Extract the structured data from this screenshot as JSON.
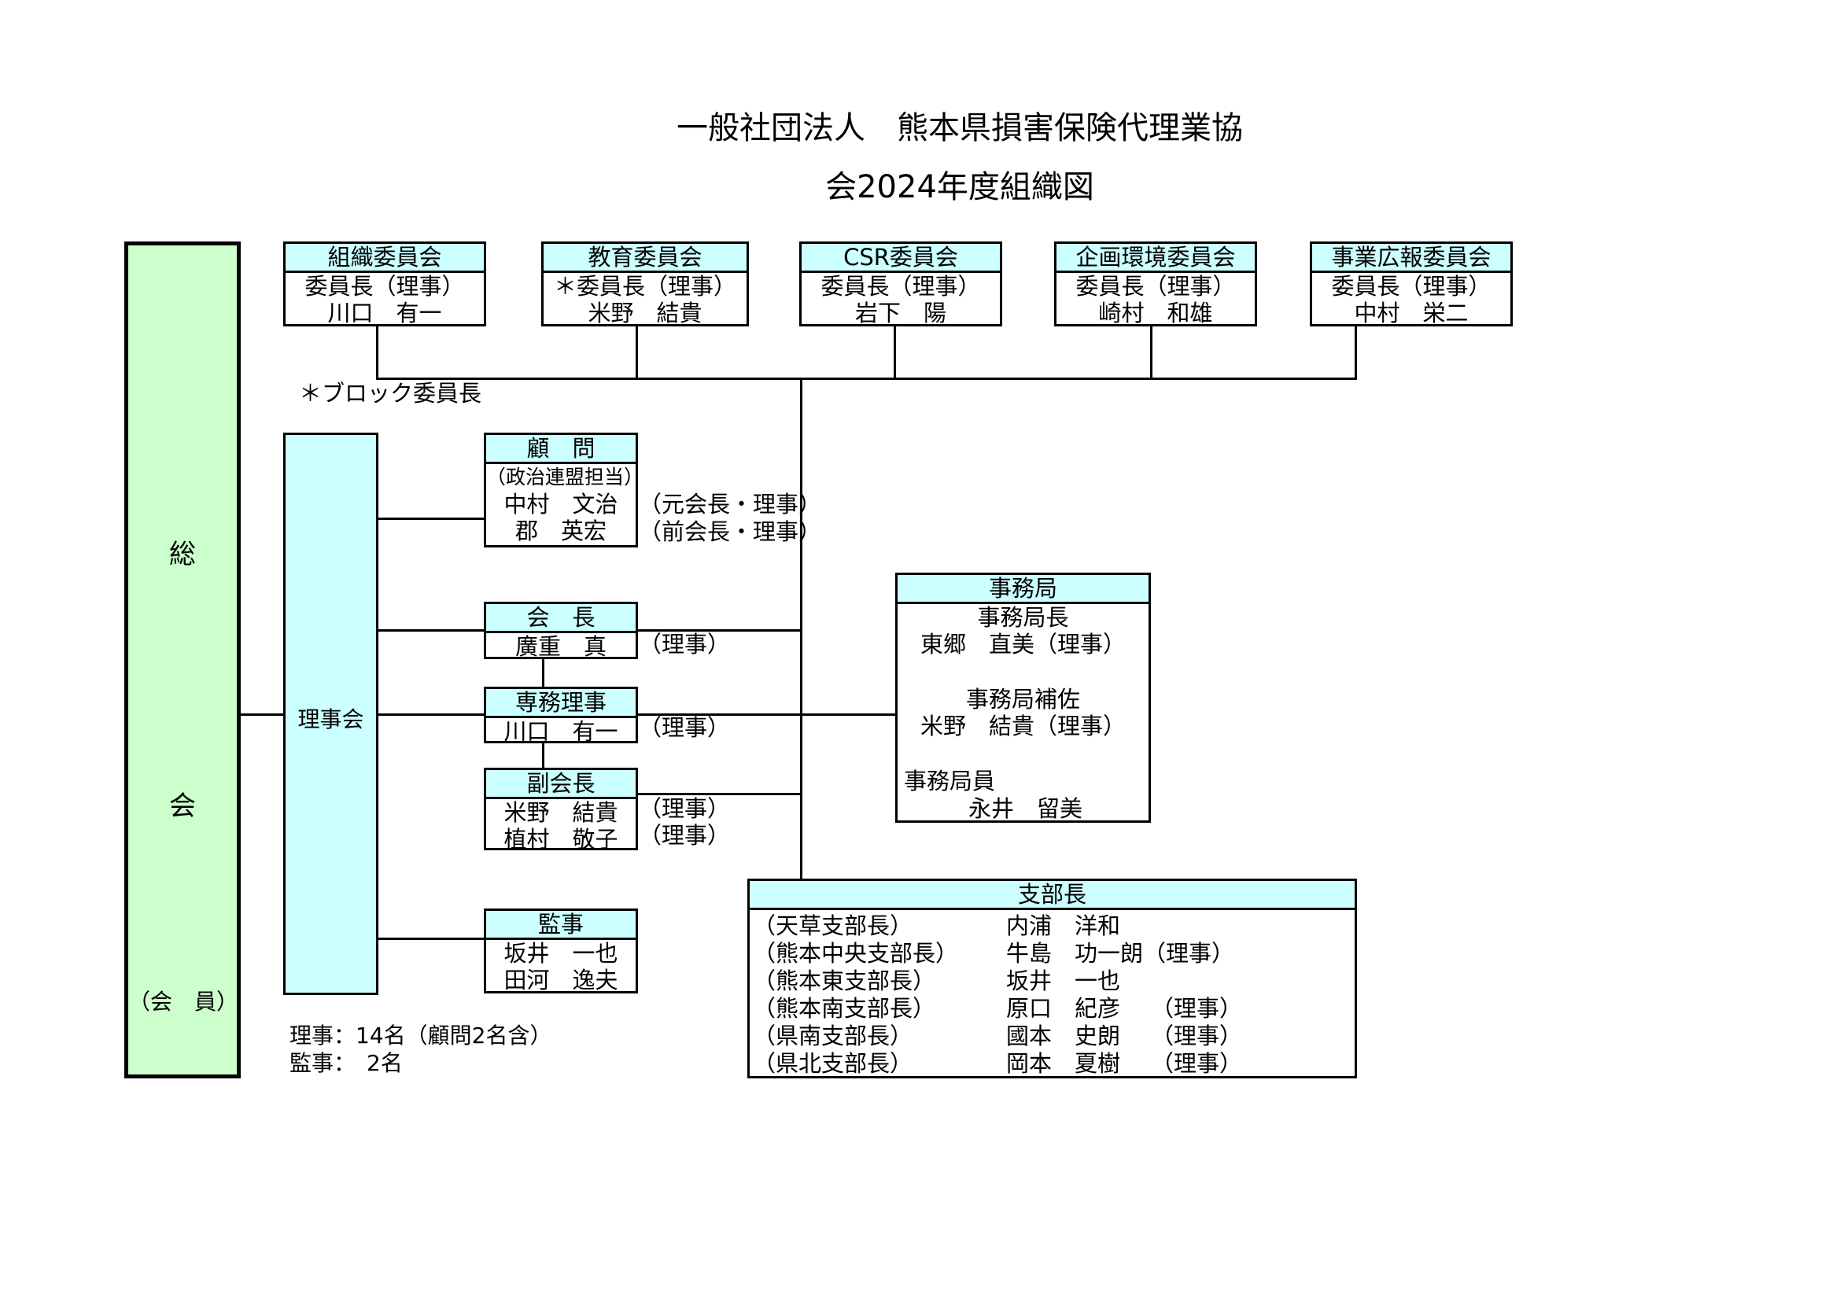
{
  "title": {
    "line1": "一般社団法人　熊本県損害保険代理業協",
    "line2": "会2024年度組織図"
  },
  "soukai": {
    "char1": "総",
    "char2": "会",
    "members": "（会　員）"
  },
  "rijikai": {
    "label": "理事会"
  },
  "committees": [
    {
      "name": "組織委員会",
      "role": "委員長（理事）",
      "person": "川口　有一"
    },
    {
      "name": "教育委員会",
      "role": "＊委員長（理事）",
      "person": "米野　結貴"
    },
    {
      "name": "CSR委員会",
      "role": "委員長（理事）",
      "person": "岩下　陽"
    },
    {
      "name": "企画環境委員会",
      "role": "委員長（理事）",
      "person": "崎村　和雄"
    },
    {
      "name": "事業広報委員会",
      "role": "委員長（理事）",
      "person": "中村　栄二"
    }
  ],
  "block_note": "＊ブロック委員長",
  "advisor": {
    "title": "顧　問",
    "subtitle": "（政治連盟担当）",
    "person1": "中村　文治",
    "person2": "郡　英宏",
    "note1": "（元会長・理事）",
    "note2": "（前会長・理事）"
  },
  "president": {
    "title": "会　長",
    "person": "廣重　真",
    "note": "（理事）"
  },
  "managing_director": {
    "title": "専務理事",
    "person": "川口　有一",
    "note": "（理事）"
  },
  "vice_president": {
    "title": "副会長",
    "person1": "米野　結貴",
    "person2": "植村　敬子",
    "note1": "（理事）",
    "note2": "（理事）"
  },
  "auditor": {
    "title": "監事",
    "person1": "坂井　一也",
    "person2": "田河　逸夫"
  },
  "counts": {
    "directors": "理事：14名（顧問2名含）",
    "auditors": "監事：　2名"
  },
  "secretariat": {
    "title": "事務局",
    "head_label": "事務局長",
    "head_person": "東郷　直美（理事）",
    "assistant_label": "事務局補佐",
    "assistant_person": "米野　結貴（理事）",
    "staff_label": "事務局員",
    "staff_person": "永井　留美"
  },
  "branches": {
    "title": "支部長",
    "rows": [
      {
        "branch": "（天草支部長）",
        "person": "内浦　洋和",
        "note": ""
      },
      {
        "branch": "（熊本中央支部長）",
        "person": "牛島　功一朗（理事）",
        "note": ""
      },
      {
        "branch": "（熊本東支部長）",
        "person": "坂井　一也",
        "note": ""
      },
      {
        "branch": "（熊本南支部長）",
        "person": "原口　紀彦",
        "note": "（理事）"
      },
      {
        "branch": "（県南支部長）",
        "person": "國本　史朗",
        "note": "（理事）"
      },
      {
        "branch": "（県北支部長）",
        "person": "岡本　夏樹",
        "note": "（理事）"
      }
    ]
  }
}
